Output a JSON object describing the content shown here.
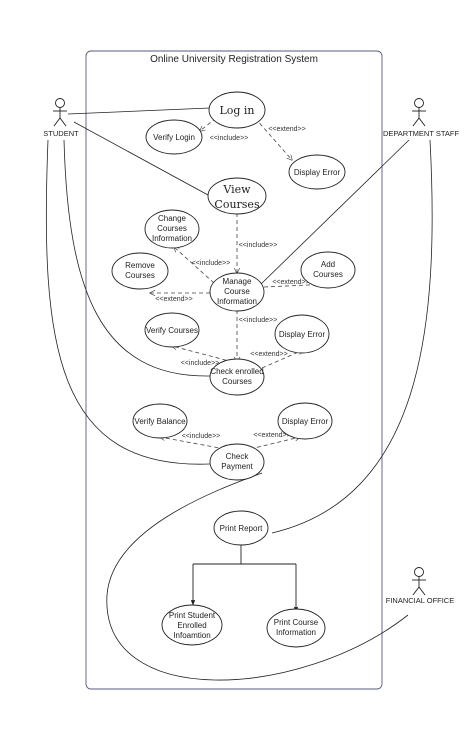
{
  "system": {
    "title": "Online University Registration System"
  },
  "actors": {
    "student": "STUDENT",
    "department_staff": "DEPARTMENT STAFF",
    "financial_office": "FINANCIAL OFFICE"
  },
  "use_cases": {
    "log_in": "Log in",
    "verify_login": "Verify Login",
    "display_error_1": "Display Error",
    "view_courses_1": "View",
    "view_courses_2": "Courses",
    "change_courses_1": "Change",
    "change_courses_2": "Courses",
    "change_courses_3": "Information",
    "remove_courses_1": "Remove",
    "remove_courses_2": "Courses",
    "manage_course_1": "Manage",
    "manage_course_2": "Course",
    "manage_course_3": "Information",
    "add_courses_1": "Add",
    "add_courses_2": "Courses",
    "verify_courses": "Verify Courses",
    "display_error_2": "Display Error",
    "check_enrolled_1": "Check enrolled",
    "check_enrolled_2": "Courses",
    "verify_balance": "Verify Balance",
    "display_error_3": "Display Error",
    "check_payment_1": "Check",
    "check_payment_2": "Payment",
    "print_report": "Print Report",
    "print_student_1": "Print Student",
    "print_student_2": "Enrolled",
    "print_student_3": "Infoamtion",
    "print_course_1": "Print Course",
    "print_course_2": "Information"
  },
  "relations": {
    "include": "<<include>>",
    "extend": "<<extend>>"
  }
}
